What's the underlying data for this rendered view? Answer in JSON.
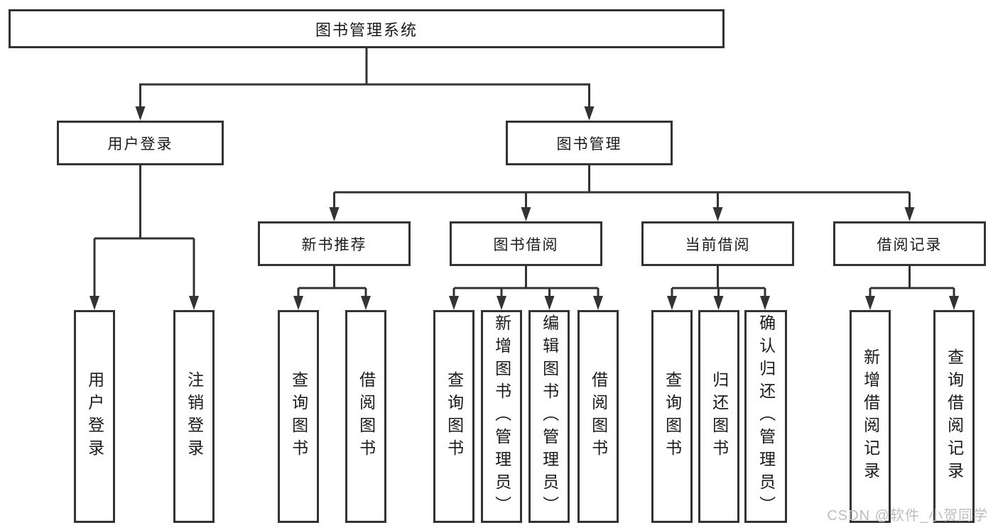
{
  "diagram": {
    "root": {
      "label": "图书管理系统",
      "children": [
        {
          "label": "用户登录",
          "children": [
            {
              "label": "用户登录"
            },
            {
              "label": "注销登录"
            }
          ]
        },
        {
          "label": "图书管理",
          "children": [
            {
              "label": "新书推荐",
              "children": [
                {
                  "label": "查询图书"
                },
                {
                  "label": "借阅图书"
                }
              ]
            },
            {
              "label": "图书借阅",
              "children": [
                {
                  "label": "查询图书"
                },
                {
                  "label": "新增图书（管理员）"
                },
                {
                  "label": "编辑图书（管理员）"
                },
                {
                  "label": "借阅图书"
                }
              ]
            },
            {
              "label": "当前借阅",
              "children": [
                {
                  "label": "查询图书"
                },
                {
                  "label": "归还图书"
                },
                {
                  "label": "确认归还（管理员）"
                }
              ]
            },
            {
              "label": "借阅记录",
              "children": [
                {
                  "label": "新增借阅记录"
                },
                {
                  "label": "查询借阅记录"
                }
              ]
            }
          ]
        }
      ]
    },
    "colors": {
      "line": "#333333",
      "box_border": "#333333",
      "text": "#1a1a1a",
      "background": "#ffffff",
      "watermark": "#bdbdbd"
    }
  },
  "watermark": {
    "text": "CSDN @软件_小贺同学"
  }
}
